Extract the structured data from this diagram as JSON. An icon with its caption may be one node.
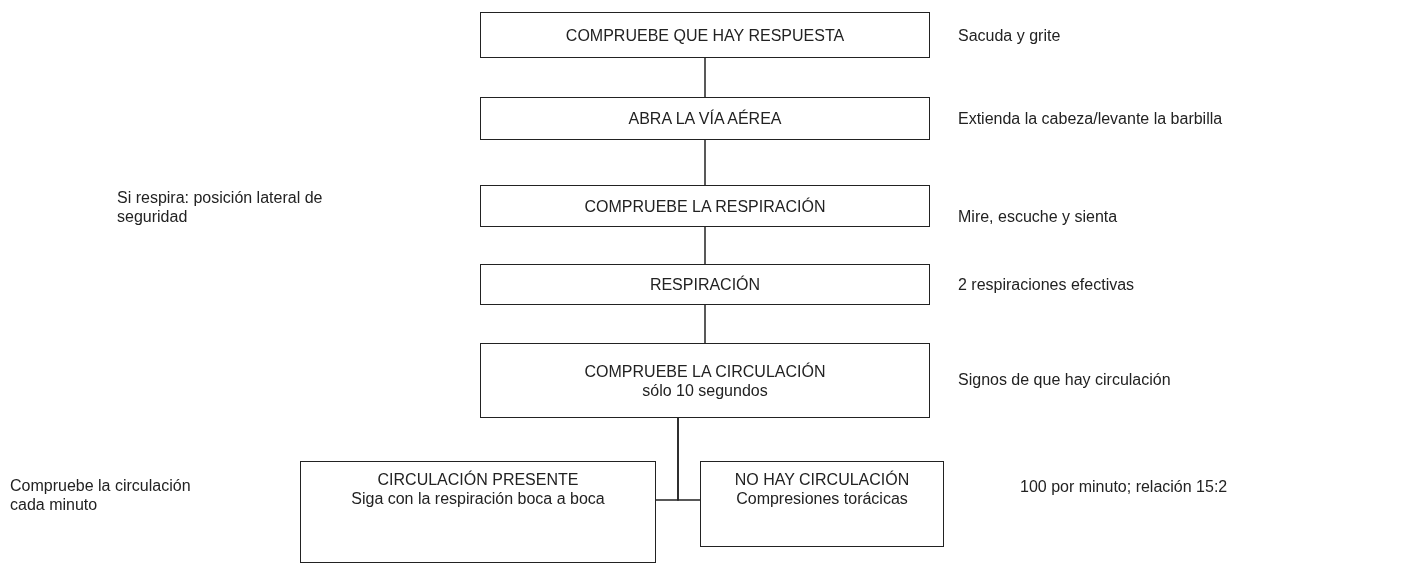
{
  "diagram": {
    "nodes": [
      {
        "text": [
          "COMPRUEBE QUE HAY RESPUESTA"
        ],
        "beside": [
          "Sacuda y grite"
        ]
      },
      {
        "text": [
          "ABRA LA VÍA AÉREA"
        ],
        "beside": [
          "Extienda la cabeza/levante la barbilla"
        ]
      },
      {
        "text": [
          "COMPRUEBE LA RESPIRACIÓN"
        ],
        "beside": [
          "Mire, escuche y sienta"
        ]
      },
      {
        "text": [
          "RESPIRACIÓN"
        ],
        "beside": [
          "2 respiraciones efectivas"
        ]
      },
      {
        "text": [
          "COMPRUEBE LA CIRCULACIÓN",
          "sólo 10 segundos"
        ],
        "beside": [
          "Signos de que hay circulación"
        ]
      },
      {
        "text": [
          "CIRCULACIÓN PRESENTE",
          "Siga con la respiración boca a boca"
        ]
      },
      {
        "text": [
          "NO HAY CIRCULACIÓN",
          "Compresiones torácicas"
        ]
      }
    ],
    "labels": [
      "Si respira: posición lateral de seguridad",
      "Compruebe la circulación cada minuto",
      "100 por minuto; relación 15:2"
    ],
    "edges": [
      {
        "from": 0,
        "to": 1,
        "arrow": "none"
      },
      {
        "from": 1,
        "to": 2,
        "arrow": "none"
      },
      {
        "from": 2,
        "to": 3,
        "arrow": "none"
      },
      {
        "from": 3,
        "to": 4,
        "arrow": "none"
      },
      {
        "from": 4,
        "to": 5,
        "arrow": "none"
      },
      {
        "from": 4,
        "to": 6,
        "arrow": "none"
      }
    ]
  }
}
